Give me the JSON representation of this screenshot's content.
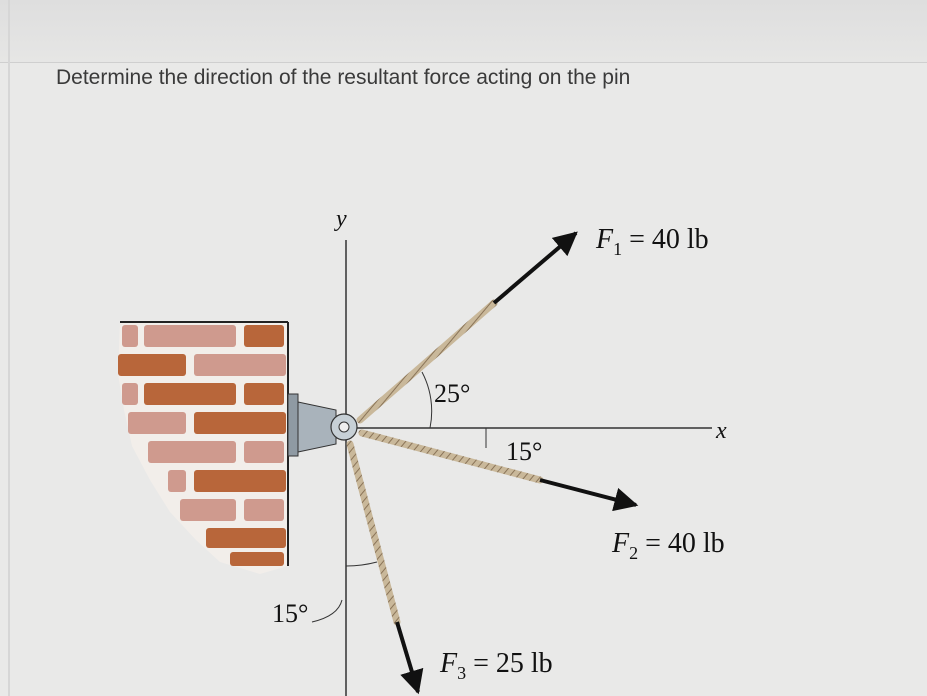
{
  "question": "Determine the direction of the resultant force acting on the pin",
  "figure": {
    "axis_y": "y",
    "axis_x": "x",
    "f1": {
      "symbol": "F",
      "sub": "1",
      "value": " = 40 lb"
    },
    "f2": {
      "symbol": "F",
      "sub": "2",
      "value": " = 40 lb"
    },
    "f3": {
      "symbol": "F",
      "sub": "3",
      "value": " = 25 lb"
    },
    "angle_f1": "25°",
    "angle_f2": "15°",
    "angle_f3": "15°"
  },
  "colors": {
    "brick_dark": "#b8663a",
    "brick_light": "#cf9a8e",
    "rope": "#b9a98a",
    "arrow": "#111111"
  }
}
